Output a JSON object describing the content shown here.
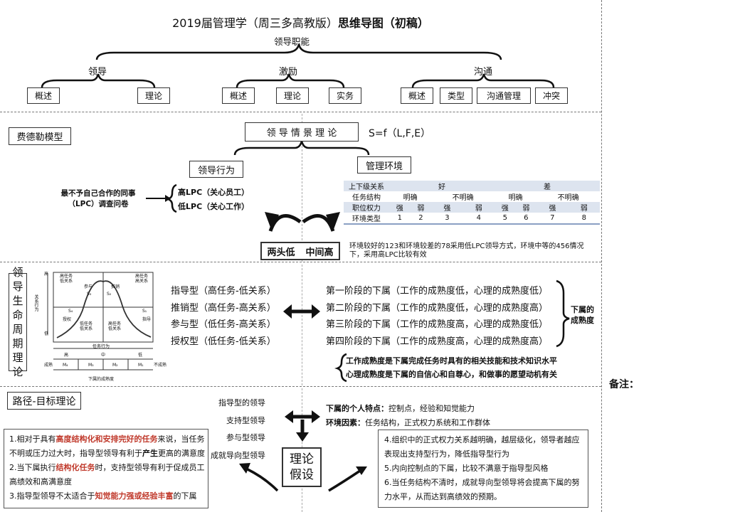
{
  "title": {
    "normal": "2019届管理学（周三多高教版）",
    "bold": "思维导图（初稿）"
  },
  "functions": {
    "root": "领导职能",
    "groups": [
      {
        "name": "领导",
        "items": [
          "概述",
          "理论"
        ]
      },
      {
        "name": "激励",
        "items": [
          "概述",
          "理论",
          "实务"
        ]
      },
      {
        "name": "沟通",
        "items": [
          "概述",
          "类型",
          "沟通管理",
          "冲突"
        ]
      }
    ]
  },
  "fiedler": {
    "label": "费德勒模型",
    "title": "领 导 情 景 理 论",
    "formula": "S=f（L,F,E）",
    "behavior": "领导行为",
    "environment": "管理环境",
    "lpc_q": [
      "最不予自己合作的同事",
      "（LPC）调查问卷"
    ],
    "high": "高LPC（关心员工）",
    "low": "低LPC（关心工作）",
    "table": {
      "row1": [
        "上下级关系",
        "好",
        "差"
      ],
      "row2": [
        "任务结构",
        "明确",
        "不明确",
        "明确",
        "不明确"
      ],
      "row3": [
        "职位权力",
        "强",
        "弱",
        "强",
        "弱",
        "强",
        "弱",
        "强",
        "弱"
      ],
      "row4": [
        "环境类型",
        "1",
        "2",
        "3",
        "4",
        "5",
        "6",
        "7",
        "8"
      ]
    },
    "bottom": {
      "a": "两头低",
      "b": "中间高"
    },
    "note": [
      "环境较好的123和环境较差的78采用低LPC领导方式，环境中等的456情况",
      "下，采用高LPC比较有效"
    ]
  },
  "lifecycle": {
    "label": "领导生命周期理论",
    "chart": {
      "tl": [
        "高任务",
        "低关系"
      ],
      "tr": [
        "高任务",
        "高关系"
      ],
      "y": "关系行为",
      "high": "高",
      "low": "低",
      "q": [
        "参与",
        "推销",
        "授权",
        "指导"
      ],
      "s": [
        "S₃",
        "S₂",
        "S₄",
        "S₁"
      ],
      "bl": [
        "低任务",
        "低关系"
      ],
      "br": [
        "高任务",
        "低关系"
      ],
      "x": "任务行为",
      "m_top": [
        "高",
        "中",
        "低"
      ],
      "m_left": "成熟",
      "m_right": "不成熟",
      "m": [
        "M₄",
        "M₃",
        "M₂",
        "M₁"
      ],
      "m_caption": "下属的成熟度"
    },
    "styles": [
      "指导型（高任务-低关系）",
      "推销型（高任务-高关系）",
      "参与型（低任务-高关系）",
      "授权型（低任务-低关系）"
    ],
    "stages": [
      "第一阶段的下属（工作的成熟度低，心理的成熟度低）",
      "第二阶段的下属（工作的成熟度低，心理的成熟度高）",
      "第三阶段的下属（工作的成熟度高，心理的成熟度低）",
      "第四阶段的下属（工作的成熟度高，心理的成熟度高）"
    ],
    "maturity": [
      "下属的",
      "成熟度"
    ],
    "def1": "工作成熟度是下属完成任务时具有的相关技能和技术知识水平",
    "def2": "心理成熟度是下属的自信心和自尊心，和做事的愿望动机有关"
  },
  "path_goal": {
    "label": "路径-目标理论",
    "types": [
      "指导型的领导",
      "支持型领导",
      "参与型领导",
      "成就导向型领导"
    ],
    "traits_label": "下属的个人特点：",
    "traits": "控制点，经验和知觉能力",
    "env_label": "环境因素：",
    "env": "任务结构，正式权力系统和工作群体",
    "center": [
      "理论",
      "假设"
    ],
    "left": {
      "l1a": "1.相对于具有",
      "l1b": "高度结构化和安排完好的任务",
      "l1c": "来说，当任务",
      "l2a": "不明或压力过大时，指导型领导有利于",
      "l2b": "产生",
      "l2c": "更高的满意度",
      "l3a": "2.当下属执行",
      "l3b": "结构化任务",
      "l3c": "时，支持型领导有利于促成员工",
      "l4": "高绩效和高满意度",
      "l5a": "3.指导型领导不太适合于",
      "l5b": "知觉能力强或经验丰富",
      "l5c": "的下属"
    },
    "right": [
      "4.组织中的正式权力关系越明确，越层级化，领导者越应",
      "表现出支持型行为，降低指导型行为",
      "5.内向控制点的下属，比较不满意于指导型风格",
      "6.当任务结构不清时，成就导向型领导将会提高下属的努",
      "力水平，从而达到高绩效的预期。"
    ]
  },
  "notes_label": "备注："
}
